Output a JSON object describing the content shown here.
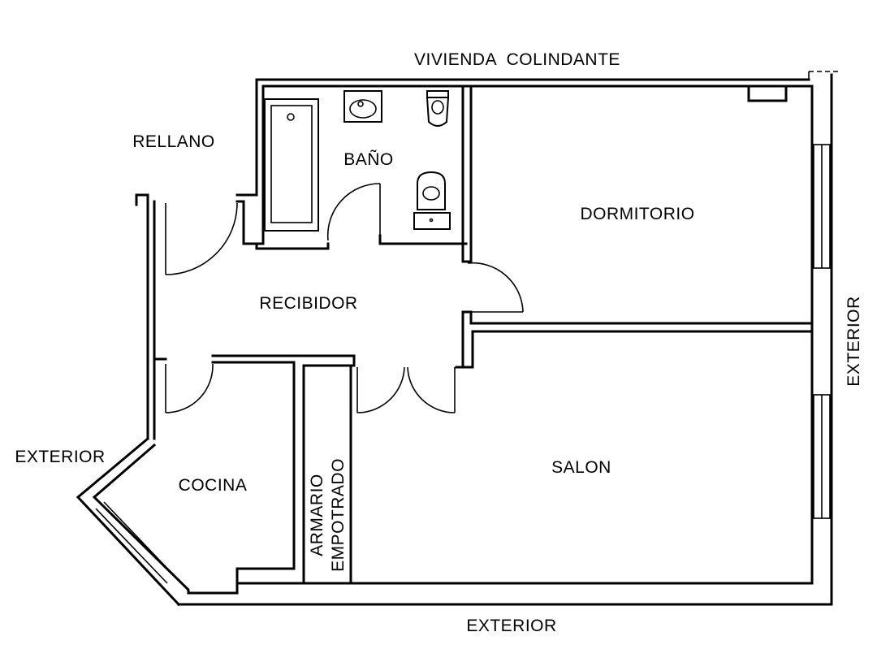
{
  "labels": {
    "vivienda_colindante": "VIVIENDA  COLINDANTE",
    "rellano": "RELLANO",
    "bano": "BAÑO",
    "dormitorio": "DORMITORIO",
    "recibidor": "RECIBIDOR",
    "exterior_right": "EXTERIOR",
    "exterior_left": "EXTERIOR",
    "exterior_bottom": "EXTERIOR",
    "cocina": "COCINA",
    "salon": "SALON",
    "armario_line1": "ARMARIO",
    "armario_line2": "EMPOTRADO"
  },
  "colors": {
    "line": "#000000",
    "background": "#ffffff"
  }
}
